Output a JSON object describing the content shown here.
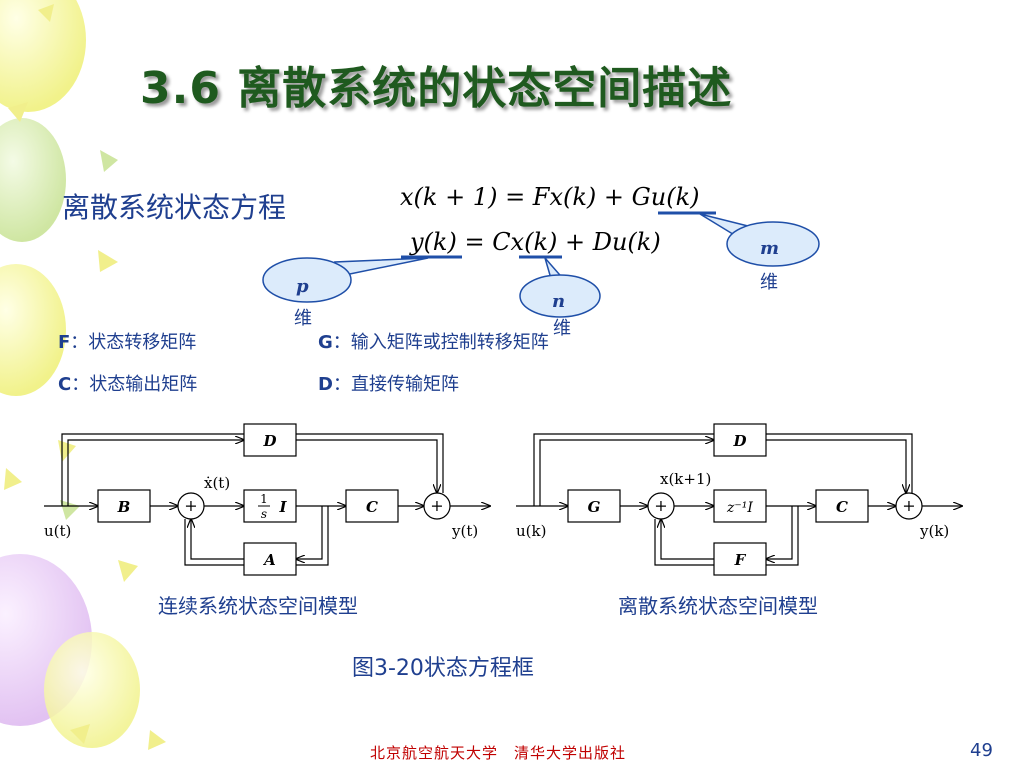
{
  "title": "3.6 离散系统的状态空间描述",
  "subtitle": "离散系统状态方程",
  "equations": {
    "eq1": "x(k + 1) = Fx(k) + Gu(k)",
    "eq2": "y(k) = Cx(k) + Du(k)"
  },
  "callouts": {
    "m_letter": "m",
    "m_word": "维",
    "p_letter": "p",
    "p_word": "维",
    "n_letter": "n",
    "n_word": "维"
  },
  "definitions": {
    "F_key": "F",
    "F_text": "：状态转移矩阵",
    "G_key": "G",
    "G_text": "：输入矩阵或控制转移矩阵",
    "C_key": "C",
    "C_text": "：状态输出矩阵",
    "D_key": "D",
    "D_text": "：直接传输矩阵"
  },
  "continuous_diagram": {
    "caption": "连续系统状态空间模型",
    "block_D": "D",
    "block_B": "B",
    "block_integrator_num": "1",
    "block_integrator_den": "s",
    "block_integrator_I": "I",
    "block_C": "C",
    "block_A": "A",
    "input": "u(t)",
    "output": "y(t)",
    "state_label": "ẋ(t)",
    "plus": "+"
  },
  "discrete_diagram": {
    "caption": "离散系统状态空间模型",
    "block_D": "D",
    "block_G": "G",
    "block_delay": "z⁻¹I",
    "block_C": "C",
    "block_F": "F",
    "input": "u(k)",
    "output": "y(k)",
    "state_label": "x(k+1)",
    "plus": "+"
  },
  "figure_caption": "图3-20状态方程框",
  "footer": "北京航空航天大学　清华大学出版社",
  "page_number": "49"
}
